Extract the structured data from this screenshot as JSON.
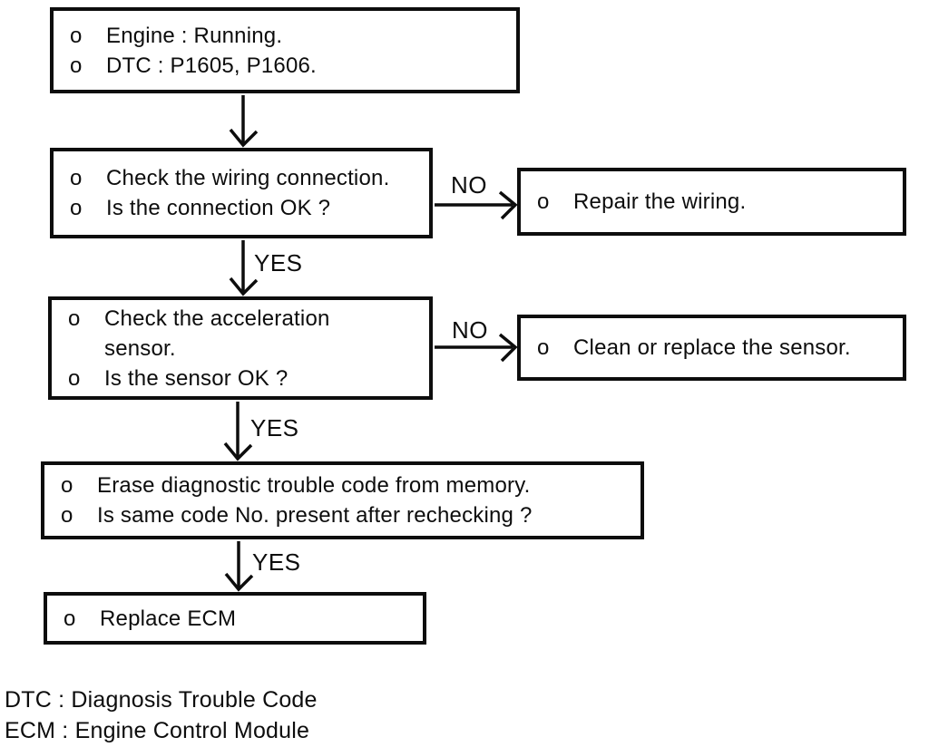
{
  "page": {
    "background": "#ffffff",
    "ink": "#0d0d0d"
  },
  "flowchart": {
    "boxes": {
      "conditions": {
        "items": [
          {
            "bullet": "o",
            "text": "Engine : Running."
          },
          {
            "bullet": "o",
            "text": "DTC : P1605, P1606."
          }
        ]
      },
      "check_wiring": {
        "items": [
          {
            "bullet": "o",
            "text": "Check the wiring connection."
          },
          {
            "bullet": "o",
            "text": "Is the connection OK ?"
          }
        ]
      },
      "repair_wiring": {
        "items": [
          {
            "bullet": "o",
            "text": "Repair the wiring."
          }
        ]
      },
      "check_sensor": {
        "items": [
          {
            "bullet": "o",
            "text_line1": "Check the acceleration",
            "text_line2": "sensor."
          },
          {
            "bullet": "o",
            "text": "Is the sensor OK ?"
          }
        ]
      },
      "clean_sensor": {
        "items": [
          {
            "bullet": "o",
            "text": "Clean or replace the sensor."
          }
        ]
      },
      "erase_code": {
        "items": [
          {
            "bullet": "o",
            "text": "Erase diagnostic trouble code from memory."
          },
          {
            "bullet": "o",
            "text": "Is same code No. present after rechecking ?"
          }
        ]
      },
      "replace_ecm": {
        "items": [
          {
            "bullet": "o",
            "text": "Replace ECM"
          }
        ]
      }
    },
    "edge_labels": {
      "yes1": "YES",
      "yes2": "YES",
      "yes3": "YES",
      "no1": "NO",
      "no2": "NO"
    },
    "legend": {
      "line1": "DTC : Diagnosis Trouble Code",
      "line2": "ECM : Engine Control Module"
    }
  }
}
